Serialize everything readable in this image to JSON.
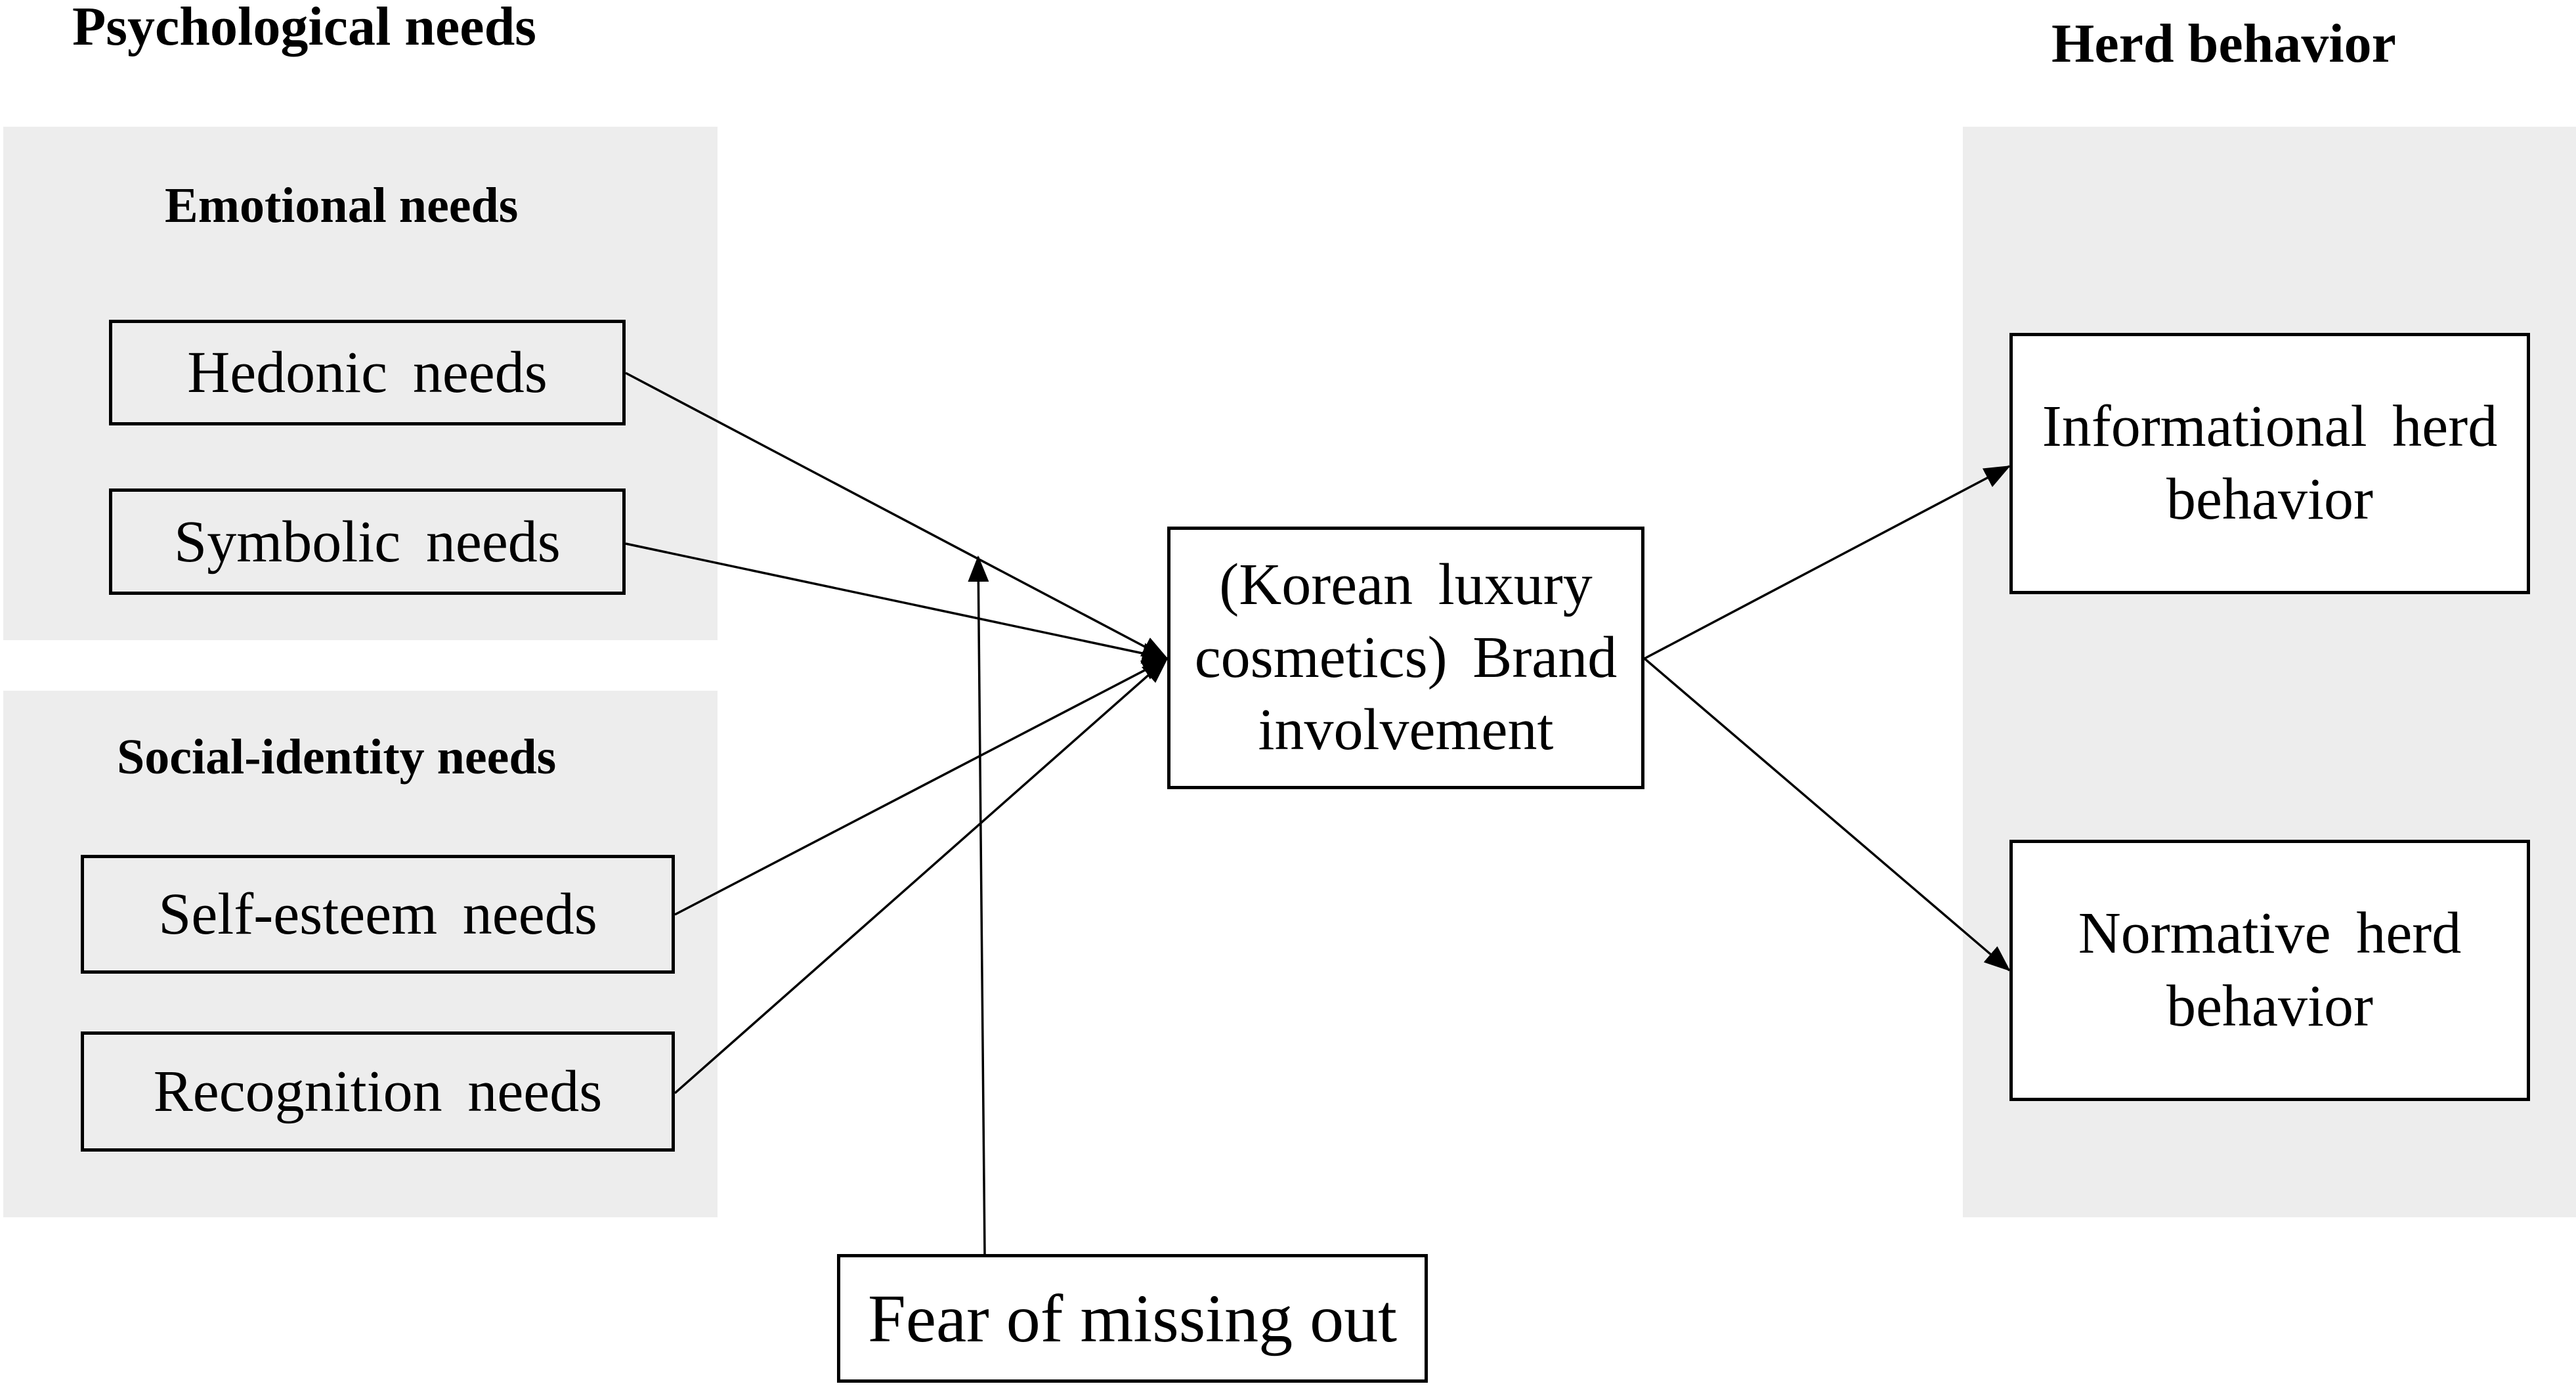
{
  "headings": {
    "psychological_needs": "Psychological needs",
    "herd_behavior": "Herd behavior",
    "emotional_needs": "Emotional needs",
    "social_identity_needs": "Social-identity needs"
  },
  "boxes": {
    "hedonic_needs": "Hedonic needs",
    "symbolic_needs": "Symbolic needs",
    "self_esteem_needs": "Self-esteem needs",
    "recognition_needs": "Recognition needs",
    "brand_involvement": {
      "line1": "(Korean luxury",
      "line2": "cosmetics) Brand",
      "line3": "involvement"
    },
    "informational_herd": {
      "line1": "Informational herd",
      "line2": "behavior"
    },
    "normative_herd": {
      "line1": "Normative herd",
      "line2": "behavior"
    },
    "fomo": "Fear of missing out"
  },
  "colors": {
    "panel_fill": "#ededed",
    "box_border": "#000000",
    "line": "#000000",
    "background": "#ffffff"
  }
}
